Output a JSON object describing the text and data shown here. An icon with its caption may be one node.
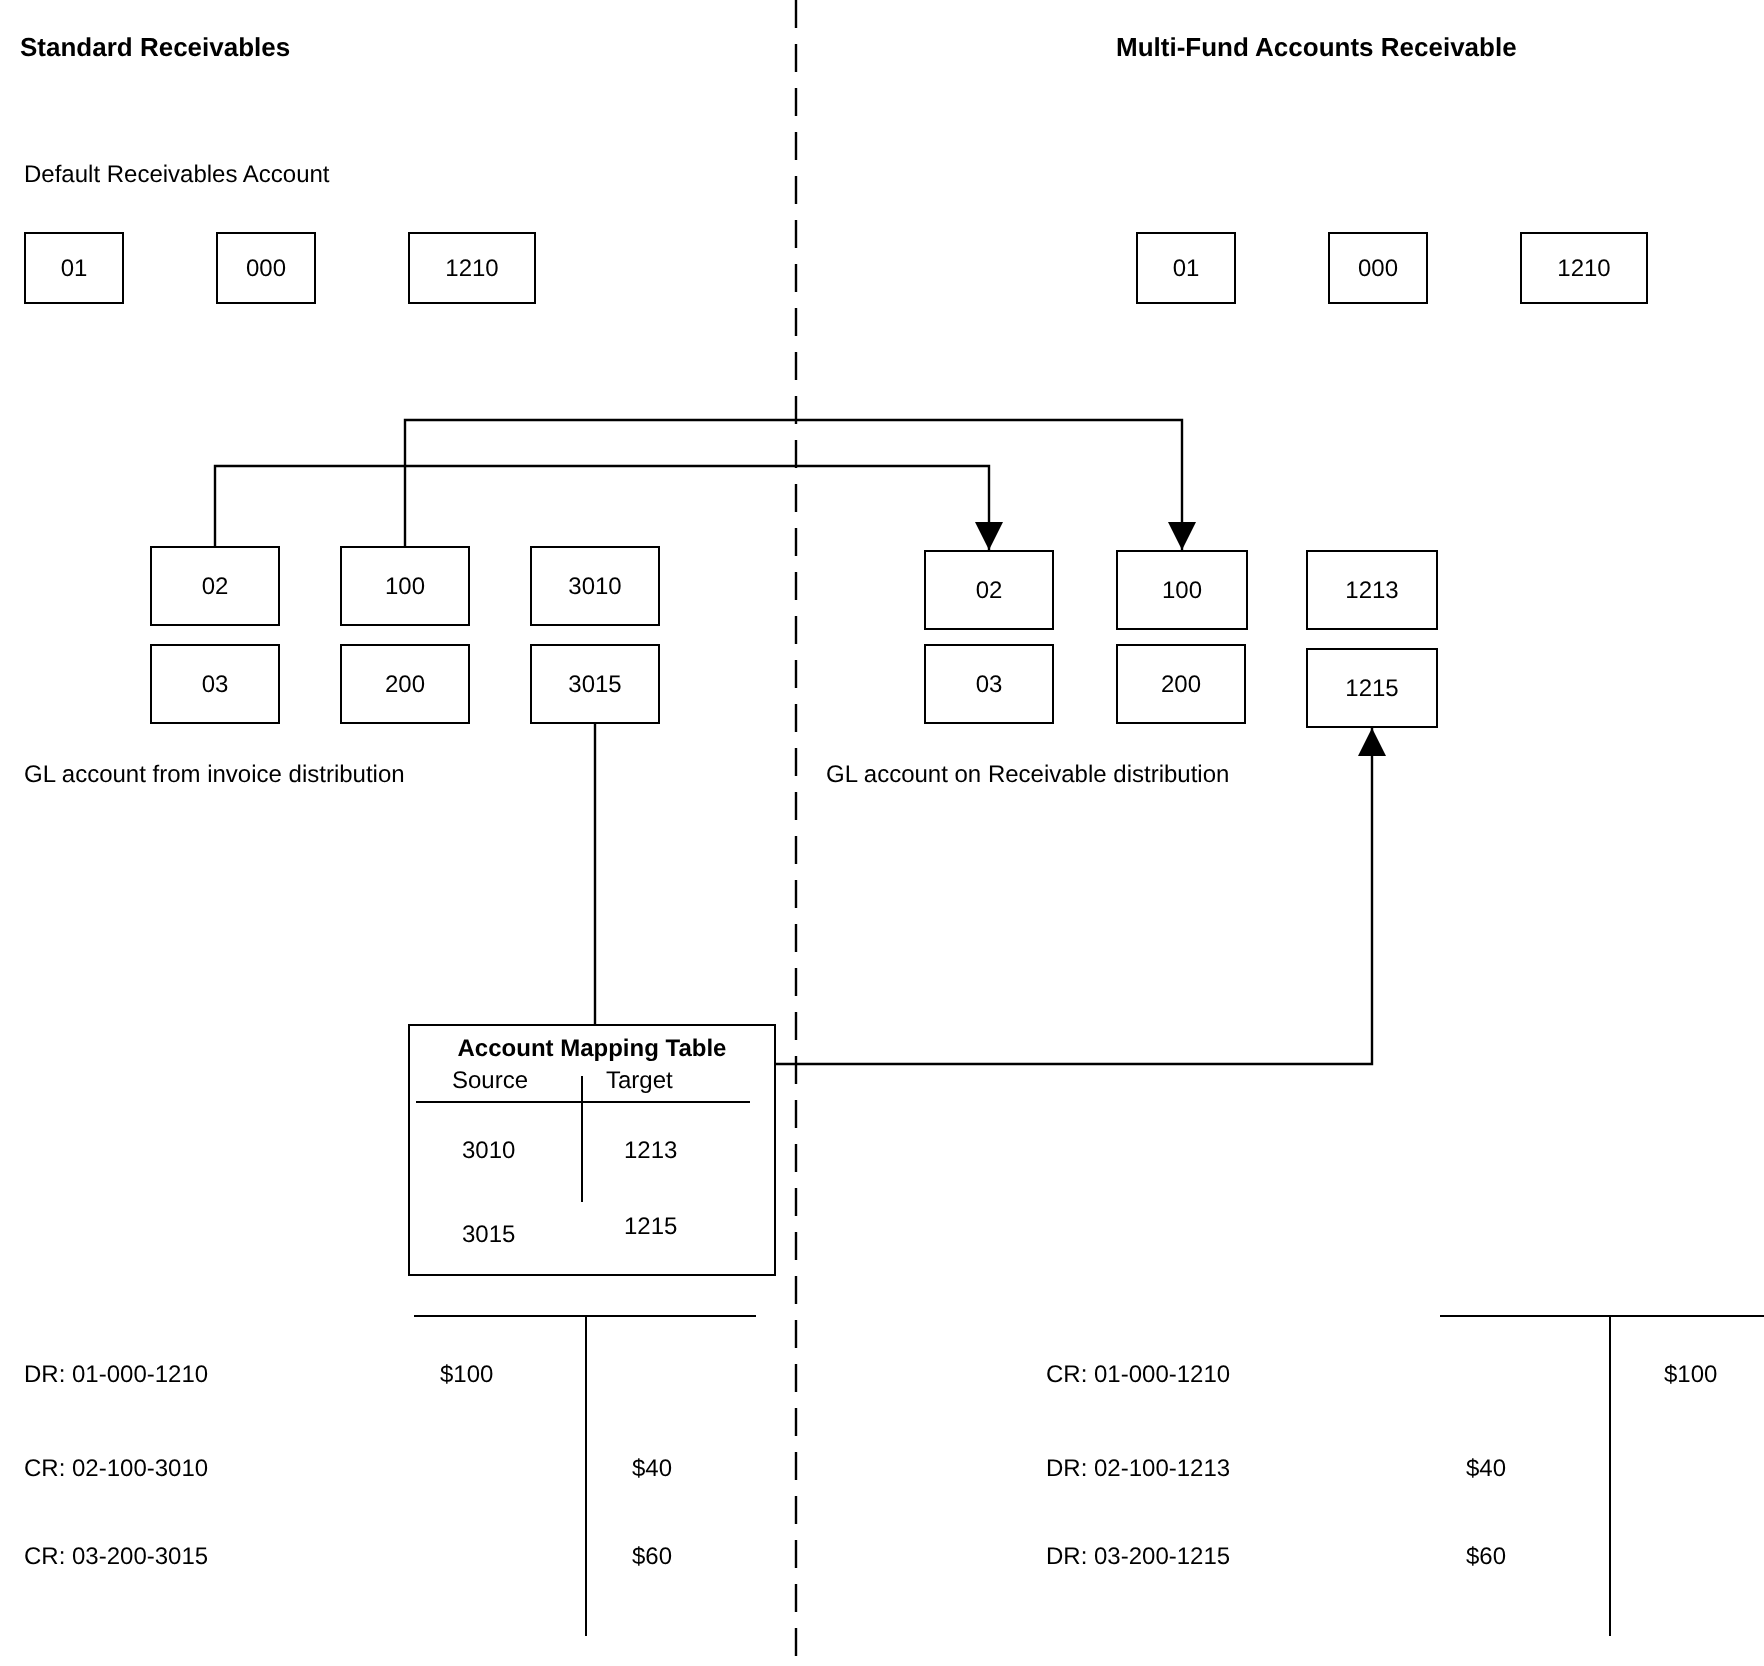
{
  "diagram": {
    "nodes": [
      {
        "text": [
          "01"
        ]
      },
      {
        "text": [
          "000"
        ]
      },
      {
        "text": [
          "1210"
        ]
      },
      {
        "text": [
          "01"
        ]
      },
      {
        "text": [
          "000"
        ]
      },
      {
        "text": [
          "1210"
        ]
      },
      {
        "text": [
          "02"
        ]
      },
      {
        "text": [
          "100"
        ]
      },
      {
        "text": [
          "3010"
        ]
      },
      {
        "text": [
          "03"
        ]
      },
      {
        "text": [
          "200"
        ]
      },
      {
        "text": [
          "3015"
        ]
      },
      {
        "text": [
          "02"
        ]
      },
      {
        "text": [
          "100"
        ]
      },
      {
        "text": [
          "1213"
        ]
      },
      {
        "text": [
          "03"
        ]
      },
      {
        "text": [
          "200"
        ]
      },
      {
        "text": [
          "1215"
        ]
      },
      {
        "text": [
          "Account Mapping Table",
          "Source",
          "Target",
          "3010",
          "1213",
          "3015",
          "1215"
        ]
      }
    ],
    "edges": [
      {
        "from": 6,
        "to": 12,
        "arrow": "to"
      },
      {
        "from": 7,
        "to": 13,
        "arrow": "to"
      },
      {
        "from": 11,
        "to": 18,
        "arrow": "none"
      },
      {
        "from": 18,
        "to": 17,
        "arrow": "to"
      }
    ],
    "labels": [
      "Standard Receivables",
      "Multi-Fund Accounts Receivable",
      "Default Receivables Account",
      "GL account from invoice distribution",
      "GL account on Receivable distribution",
      "DR: 01-000-1210",
      "$100",
      "CR: 01-000-1210",
      "$100",
      "CR: 02-100-3010",
      "$40",
      "DR: 02-100-1213",
      "$40",
      "CR: 03-200-3015",
      "$60",
      "DR: 03-200-1215",
      "$60"
    ]
  }
}
